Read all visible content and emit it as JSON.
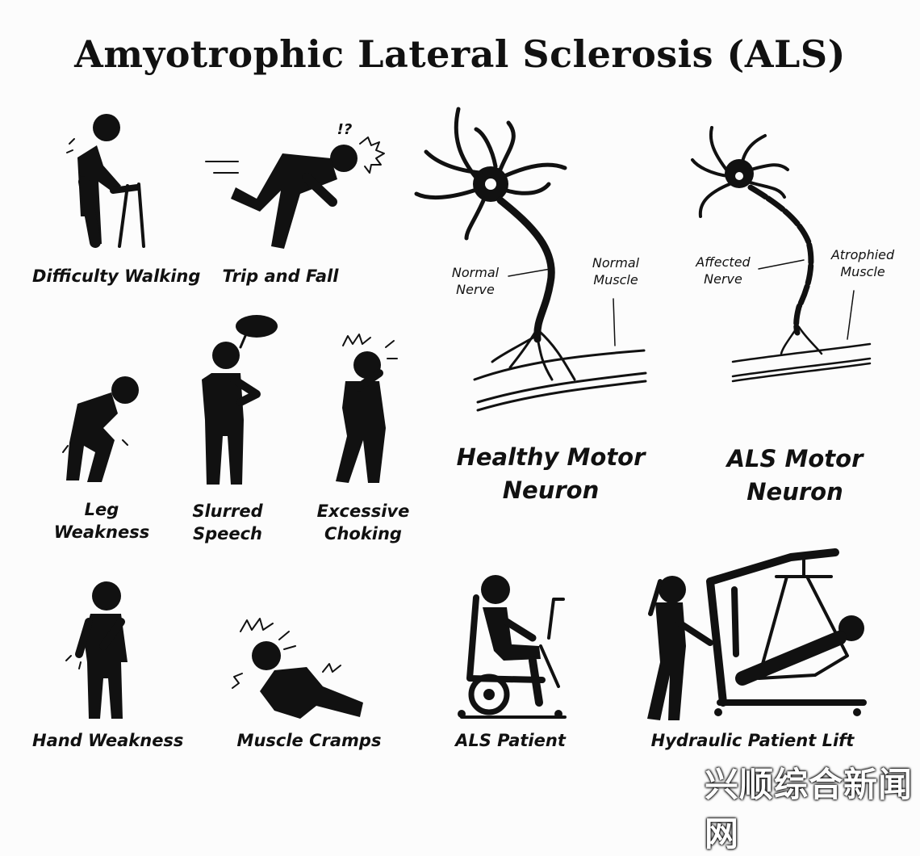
{
  "title": "Amyotrophic Lateral Sclerosis (ALS)",
  "symptoms": {
    "difficulty_walking": "Difficulty Walking",
    "trip_and_fall": "Trip and Fall",
    "trip_exclaim": "!?",
    "leg_weakness_1": "Leg",
    "leg_weakness_2": "Weakness",
    "slurred_speech_1": "Slurred",
    "slurred_speech_2": "Speech",
    "excessive_choking_1": "Excessive",
    "excessive_choking_2": "Choking",
    "hand_weakness": "Hand Weakness",
    "muscle_cramps": "Muscle Cramps",
    "als_patient": "ALS Patient",
    "hydraulic_lift": "Hydraulic Patient Lift"
  },
  "healthy_neuron": {
    "nerve_1": "Normal",
    "nerve_2": "Nerve",
    "muscle_1": "Normal",
    "muscle_2": "Muscle",
    "caption_1": "Healthy Motor",
    "caption_2": "Neuron"
  },
  "als_neuron": {
    "nerve_1": "Affected",
    "nerve_2": "Nerve",
    "muscle_1": "Atrophied",
    "muscle_2": "Muscle",
    "caption_1": "ALS Motor",
    "caption_2": "Neuron"
  },
  "watermark": "兴顺综合新闻网",
  "colors": {
    "ink": "#111111",
    "background": "#fcfcfc"
  }
}
